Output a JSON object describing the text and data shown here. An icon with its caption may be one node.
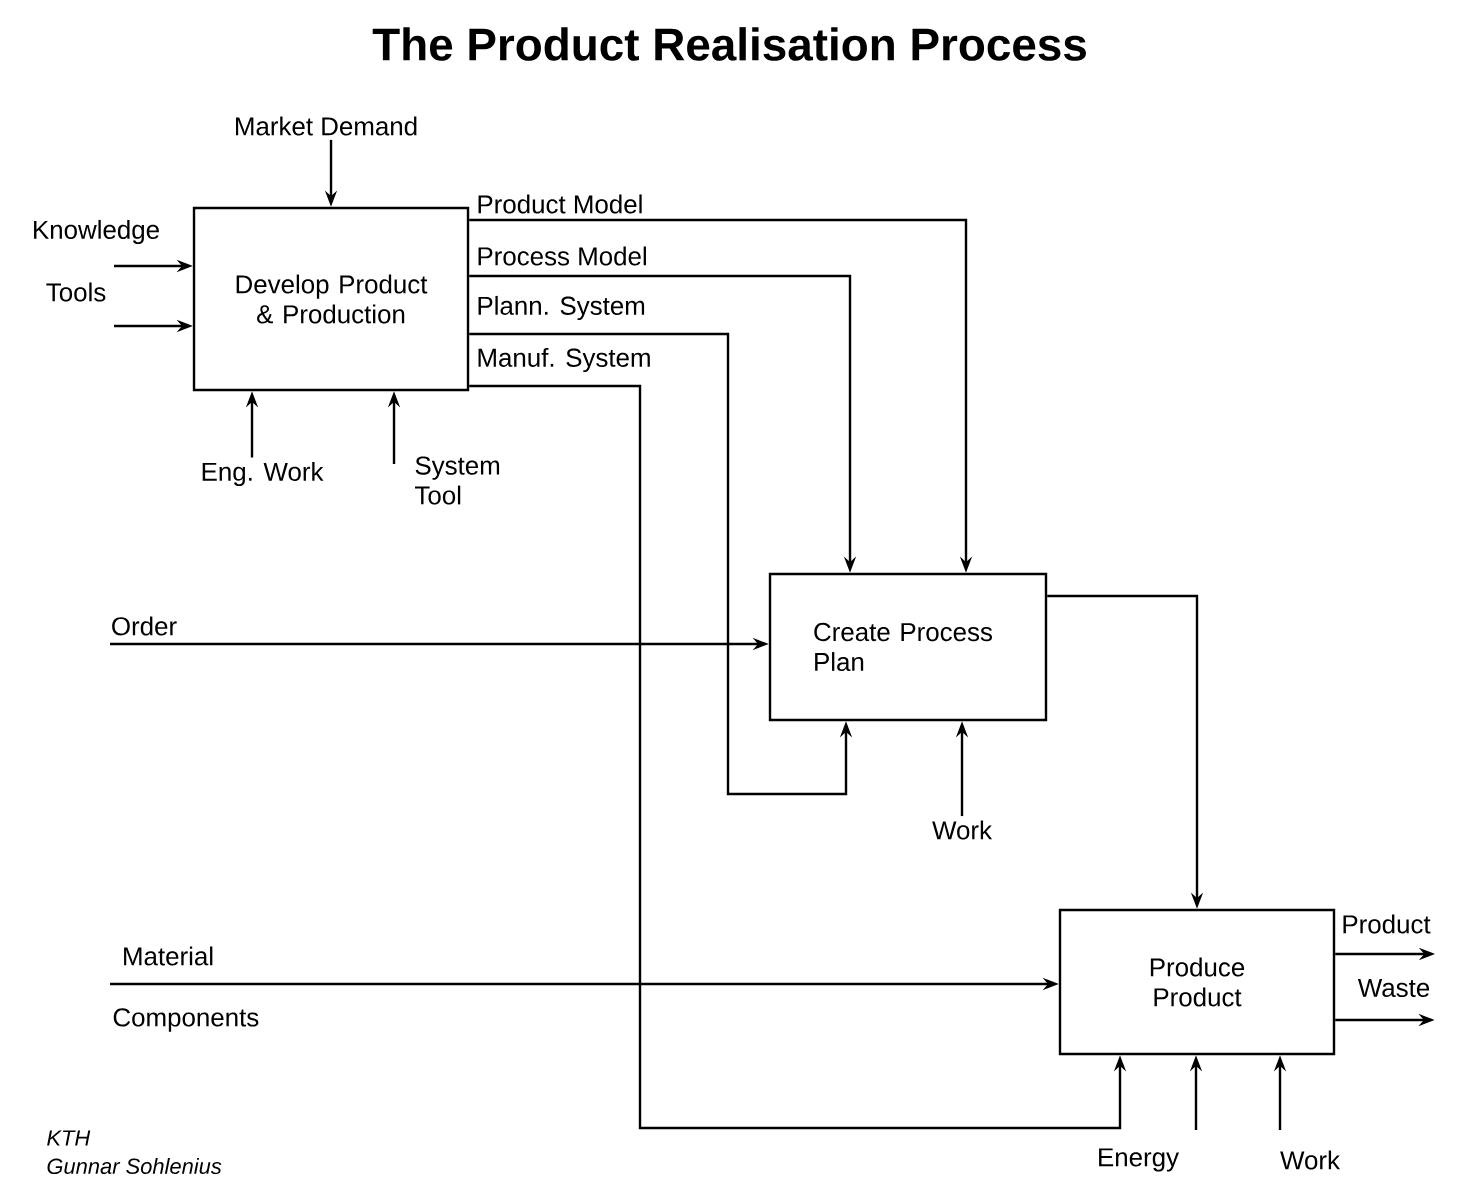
{
  "diagram": {
    "title": "The Product Realisation Process",
    "nodes": [
      {
        "text": [
          "Develop Product & Production"
        ]
      },
      {
        "text": [
          "Create Process Plan"
        ]
      },
      {
        "text": [
          "Produce Product"
        ]
      },
      {
        "text": [
          "Market Demand"
        ]
      },
      {
        "text": [
          "Knowledge"
        ]
      },
      {
        "text": [
          "Tools"
        ]
      },
      {
        "text": [
          "Eng. Work"
        ]
      },
      {
        "text": [
          "System Tool"
        ]
      },
      {
        "text": [
          "Order"
        ]
      },
      {
        "text": [
          "Material"
        ]
      },
      {
        "text": [
          "Work"
        ]
      },
      {
        "text": [
          "Energy"
        ]
      },
      {
        "text": [
          "Work"
        ]
      },
      {
        "text": [
          "Product"
        ]
      },
      {
        "text": [
          "Waste"
        ]
      }
    ],
    "edges": [
      {
        "from": 3,
        "to": 0,
        "arrow": "to"
      },
      {
        "from": 4,
        "to": 0,
        "arrow": "to"
      },
      {
        "from": 5,
        "to": 0,
        "arrow": "to"
      },
      {
        "from": 6,
        "to": 0,
        "arrow": "to"
      },
      {
        "from": 7,
        "to": 0,
        "arrow": "to"
      },
      {
        "from": 0,
        "to": 1,
        "arrow": "to",
        "label": "Product Model"
      },
      {
        "from": 0,
        "to": 1,
        "arrow": "to",
        "label": "Process Model"
      },
      {
        "from": 0,
        "to": 1,
        "arrow": "to",
        "label": "Plann. System"
      },
      {
        "from": 0,
        "to": 2,
        "arrow": "to",
        "label": "Manuf. System"
      },
      {
        "from": 8,
        "to": 1,
        "arrow": "to"
      },
      {
        "from": 10,
        "to": 1,
        "arrow": "to"
      },
      {
        "from": 1,
        "to": 2,
        "arrow": "to"
      },
      {
        "from": 9,
        "to": 2,
        "arrow": "to"
      },
      {
        "from": 11,
        "to": 2,
        "arrow": "to"
      },
      {
        "from": 12,
        "to": 2,
        "arrow": "to"
      },
      {
        "from": 2,
        "to": 13,
        "arrow": "to"
      },
      {
        "from": 2,
        "to": 14,
        "arrow": "to"
      }
    ],
    "labels": [
      "Components",
      "KTH",
      "Gunnar Sohlenius"
    ]
  }
}
